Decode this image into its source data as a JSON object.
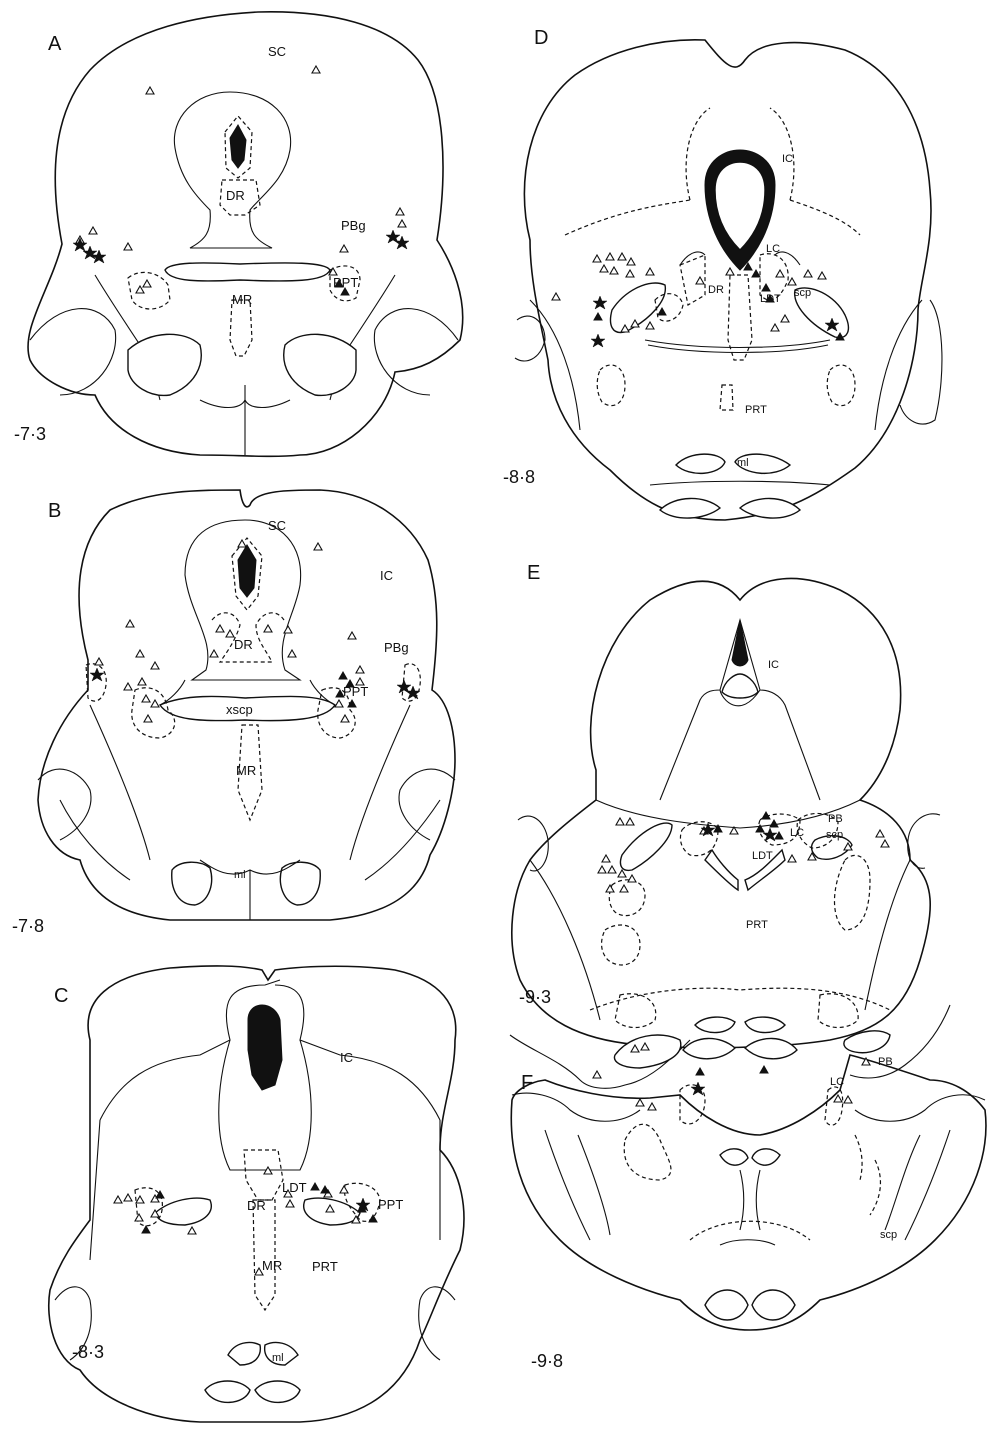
{
  "panels": {
    "A": {
      "letter": "A",
      "coord": "-7·3",
      "labels": {
        "sc": "SC",
        "dr": "DR",
        "pbg": "PBg",
        "ppt": "PPT",
        "mr": "MR"
      }
    },
    "B": {
      "letter": "B",
      "coord": "-7·8",
      "labels": {
        "sc": "SC",
        "ic": "IC",
        "dr": "DR",
        "pbg": "PBg",
        "ppt": "PPT",
        "xscp": "xscp",
        "mr": "MR",
        "ml": "ml"
      }
    },
    "C": {
      "letter": "C",
      "coord": "-8·3",
      "labels": {
        "ic": "IC",
        "ldt": "LDT",
        "dr": "DR",
        "ppt": "PPT",
        "mr": "MR",
        "prt": "PRT",
        "ml": "ml"
      }
    },
    "D": {
      "letter": "D",
      "coord": "-8·8",
      "labels": {
        "ic": "IC",
        "lc": "LC",
        "dr": "DR",
        "ldt": "LDT",
        "scp": "scp",
        "prt": "PRT",
        "ml": "ml"
      }
    },
    "E": {
      "letter": "E",
      "coord": "-9·3",
      "labels": {
        "ic": "IC",
        "pb": "PB",
        "lc": "LC",
        "scp": "scp",
        "ldt": "LDT",
        "prt": "PRT"
      }
    },
    "F": {
      "letter": "F",
      "coord": "-9·8",
      "labels": {
        "pb": "PB",
        "lc": "LC",
        "scp": "scp"
      }
    }
  },
  "legend_symbols": {
    "open_triangle": "open-triangle-marker",
    "filled_triangle": "filled-triangle-marker",
    "star": "star-marker"
  }
}
